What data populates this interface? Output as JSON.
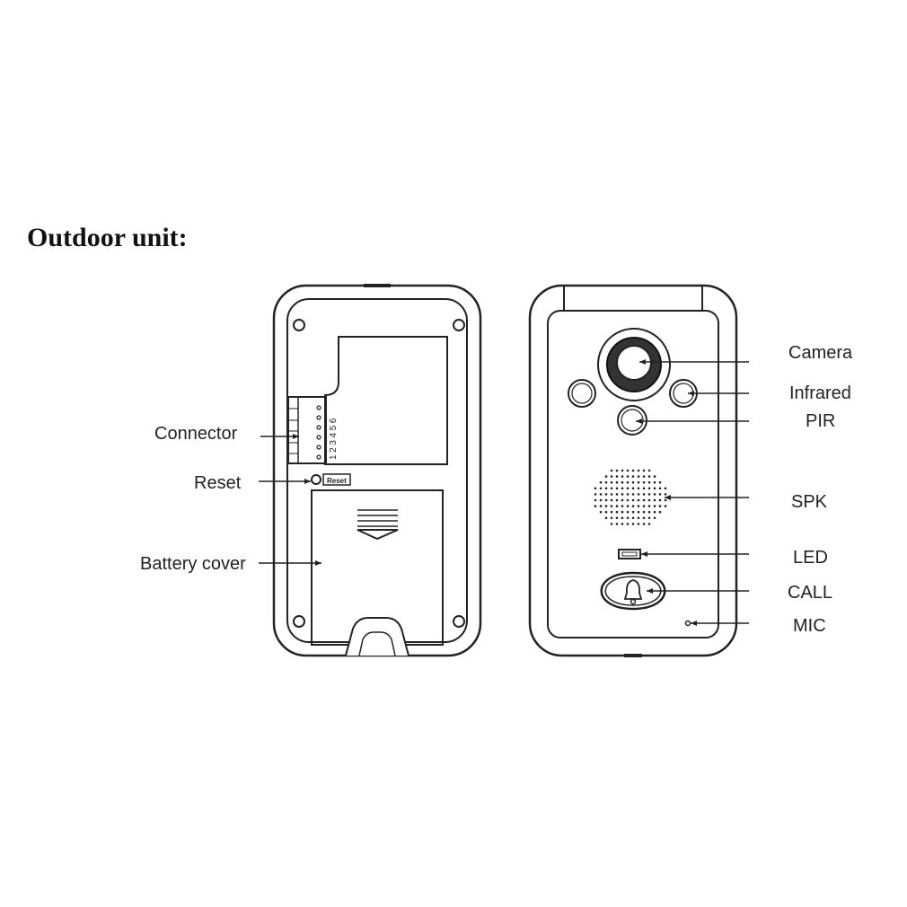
{
  "title": "Outdoor unit:",
  "back_labels": {
    "connector": "Connector",
    "reset": "Reset",
    "battery_cover": "Battery cover"
  },
  "front_labels": {
    "camera": "Camera",
    "infrared": "Infrared",
    "pir": "PIR",
    "spk": "SPK",
    "led": "LED",
    "call": "CALL",
    "mic": "MIC"
  },
  "reset_button_text": "Reset",
  "connector_pins": "123456",
  "colors": {
    "line": "#222222",
    "fill": "#ffffff"
  },
  "icons": {
    "call_button": "bell-icon"
  }
}
